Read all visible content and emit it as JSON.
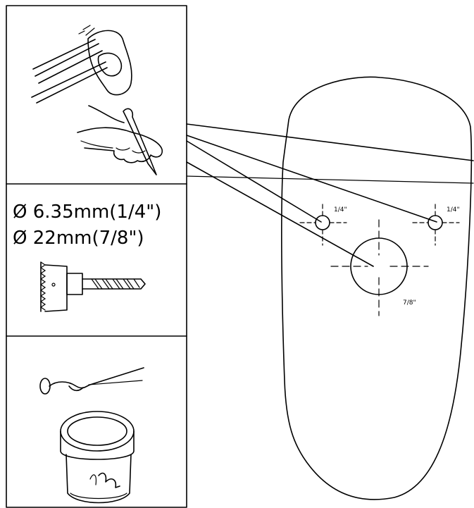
{
  "panels": {
    "step2": {
      "size_line_1": "Ø 6.35mm(1/4\")",
      "size_line_2": "Ø 22mm(7/8\")"
    }
  },
  "template": {
    "hole_left_label": "1/4\"",
    "hole_right_label": "1/4\"",
    "hole_center_label": "7/8\""
  }
}
